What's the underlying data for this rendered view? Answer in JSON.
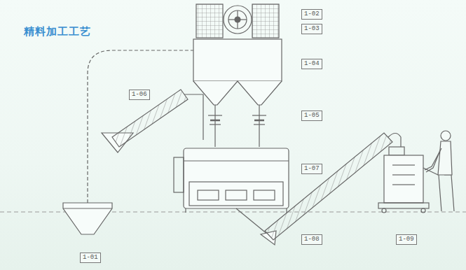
{
  "diagram": {
    "title": "精料加工工艺",
    "labels": [
      "1-02",
      "1-03",
      "1-04",
      "1-05",
      "1-06",
      "1-07",
      "1-08",
      "1-09",
      "1-01"
    ]
  }
}
